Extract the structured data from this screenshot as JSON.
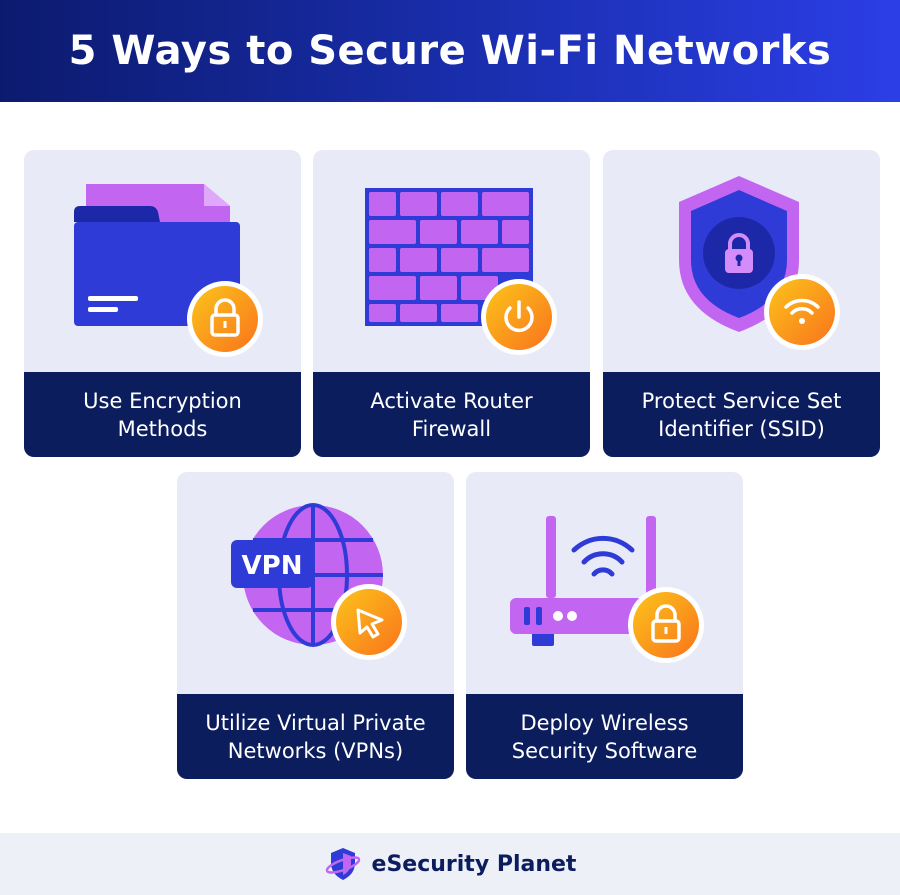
{
  "header": {
    "title": "5 Ways to Secure Wi-Fi Networks"
  },
  "cards": [
    {
      "line1": "Use Encryption",
      "line2": "Methods",
      "icon": "encrypted-folder-icon",
      "badge_icon": "lock-icon"
    },
    {
      "line1": "Activate Router",
      "line2": "Firewall",
      "icon": "brick-wall-icon",
      "badge_icon": "power-icon"
    },
    {
      "line1": "Protect Service Set",
      "line2": "Identifier (SSID)",
      "icon": "shield-lock-icon",
      "badge_icon": "wifi-icon"
    },
    {
      "line1": "Utilize Virtual Private",
      "line2": "Networks (VPNs)",
      "icon": "globe-icon",
      "badge_icon": "cursor-icon",
      "tag": "VPN"
    },
    {
      "line1": "Deploy Wireless",
      "line2": "Security Software",
      "icon": "router-icon",
      "badge_icon": "lock-icon"
    }
  ],
  "footer": {
    "brand": "eSecurity Planet",
    "logo_icon": "planet-shield-logo-icon"
  },
  "colors": {
    "primary_blue": "#2f3bd6",
    "purple": "#c266f2",
    "light_purple": "#d48cfa",
    "navy": "#0c1d5e",
    "card_bg": "#e8ebf7",
    "badge_orange": "#fb8a1c",
    "badge_yellow": "#fcc21a"
  }
}
